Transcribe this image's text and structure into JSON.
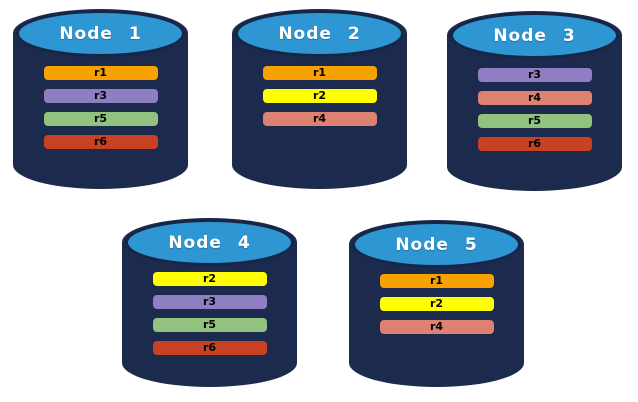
{
  "diagram": {
    "description": "Database nodes with replicated records"
  },
  "colors": {
    "cylinder_body": "#1B2A4D",
    "cylinder_top": "#2E96D3",
    "cylinder_outline": "#152647",
    "title_text": "#FFFFFF",
    "record_text": "#000000",
    "records": {
      "r1": "#F8A201",
      "r2": "#FFFF00",
      "r3": "#8F7EC2",
      "r4": "#DD8170",
      "r5": "#92C37E",
      "r6": "#C74123"
    }
  },
  "nodes": [
    {
      "title": "Node 1",
      "records": [
        "r1",
        "r3",
        "r5",
        "r6"
      ]
    },
    {
      "title": "Node 2",
      "records": [
        "r1",
        "r2",
        "r4"
      ]
    },
    {
      "title": "Node 3",
      "records": [
        "r3",
        "r4",
        "r5",
        "r6"
      ]
    },
    {
      "title": "Node 4",
      "records": [
        "r2",
        "r3",
        "r5",
        "r6"
      ]
    },
    {
      "title": "Node 5",
      "records": [
        "r1",
        "r2",
        "r4"
      ]
    }
  ]
}
